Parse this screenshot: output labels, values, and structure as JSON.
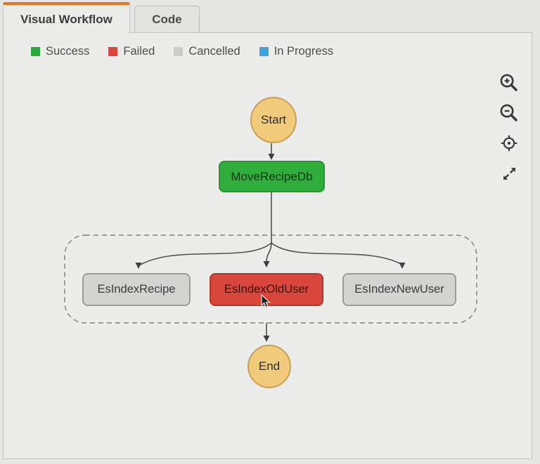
{
  "tabs": [
    {
      "label": "Visual Workflow",
      "active": true
    },
    {
      "label": "Code",
      "active": false
    }
  ],
  "legend": {
    "items": [
      {
        "label": "Success",
        "color": "#2baa3a"
      },
      {
        "label": "Failed",
        "color": "#d8463c"
      },
      {
        "label": "Cancelled",
        "color": "#cdcdcc"
      },
      {
        "label": "In Progress",
        "color": "#41a3dc"
      }
    ]
  },
  "toolbar": {
    "icons": [
      "zoom-in",
      "zoom-out",
      "center-view",
      "expand"
    ]
  },
  "workflow": {
    "start_label": "Start",
    "end_label": "End",
    "nodes": [
      {
        "label": "MoveRecipeDb",
        "status": "success",
        "color": "#2fae3c"
      },
      {
        "label": "EsIndexRecipe",
        "status": "cancelled",
        "color": "#d3d3d2"
      },
      {
        "label": "EsIndexOldUser",
        "status": "failed",
        "color": "#d8463c"
      },
      {
        "label": "EsIndexNewUser",
        "status": "cancelled",
        "color": "#d3d3d2"
      }
    ],
    "accent_tab_color": "#e5741c",
    "terminal_node_color": "#f1ca7c"
  }
}
